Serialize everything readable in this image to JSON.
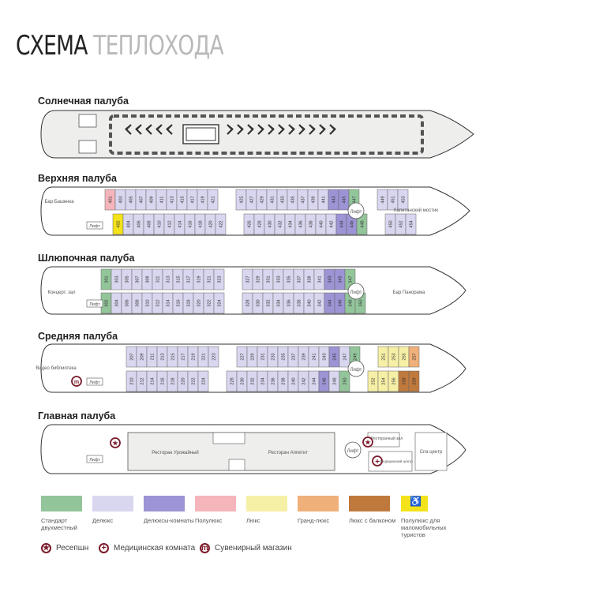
{
  "title": {
    "bold": "СХЕМА",
    "light": "ТЕПЛОХОДА"
  },
  "decks": {
    "sun": "Солнечная палуба",
    "upper": "Верхняя палуба",
    "boat": "Шлюпочная палуба",
    "middle": "Средняя палуба",
    "main": "Главная палуба"
  },
  "labels": {
    "bar_bashnya": "Бар Башенка",
    "captain_mostik": "Капитанский мостик",
    "concert_hall": "Концерт. зал",
    "bar_panorama": "Бар Панорама",
    "library": "Видео библиотека",
    "rest_urozhai": "Ресторан Урожайный",
    "rest_appetit": "Ресторан Аппетит",
    "rest_small": "Ресторанный зал",
    "lift": "Лифт",
    "medcenter": "Медицинский центр",
    "spa": "Спа центр"
  },
  "cabins": {
    "upper_top": [
      "401",
      "403",
      "405",
      "407",
      "409",
      "411",
      "413",
      "415",
      "417",
      "419",
      "421",
      "",
      "425",
      "427",
      "429",
      "431",
      "433",
      "435",
      "437",
      "439",
      "441",
      "443",
      "445",
      "447",
      "",
      "449",
      "451",
      "453"
    ],
    "upper_bot": [
      "",
      "402",
      "404",
      "406",
      "408",
      "410",
      "412",
      "414",
      "416",
      "418",
      "420",
      "422",
      "",
      "426",
      "428",
      "430",
      "432",
      "434",
      "436",
      "438",
      "440",
      "442",
      "444",
      "446",
      "448",
      "",
      "450",
      "452",
      "454"
    ],
    "boat_top": [
      "301",
      "303",
      "305",
      "307",
      "309",
      "311",
      "313",
      "315",
      "317",
      "319",
      "321",
      "323",
      "",
      "327",
      "329",
      "331",
      "333",
      "335",
      "337",
      "339",
      "341",
      "343",
      "345",
      "347"
    ],
    "boat_bot": [
      "302",
      "304",
      "306",
      "308",
      "310",
      "312",
      "314",
      "316",
      "318",
      "320",
      "322",
      "324",
      "",
      "328",
      "330",
      "332",
      "334",
      "336",
      "338",
      "340",
      "342",
      "344",
      "346",
      "348",
      "350"
    ],
    "mid_top": [
      "207",
      "209",
      "211",
      "213",
      "215",
      "217",
      "219",
      "221",
      "223",
      "",
      "227",
      "229",
      "231",
      "233",
      "235",
      "237",
      "239",
      "241",
      "243",
      "245",
      "247",
      "249",
      "",
      "251",
      "253",
      "255",
      "257"
    ],
    "mid_bot": [
      "210",
      "212",
      "214",
      "216",
      "218",
      "220",
      "222",
      "224",
      "",
      "228",
      "230",
      "232",
      "234",
      "236",
      "238",
      "240",
      "242",
      "244",
      "246",
      "248",
      "250",
      "",
      "252",
      "254",
      "256",
      "258",
      "259"
    ]
  },
  "legend": [
    {
      "label": "Стандарт двухместный",
      "color": "#93c59a"
    },
    {
      "label": "Делюкс",
      "color": "#d9d6ef"
    },
    {
      "label": "Делюксы-комнаты",
      "color": "#9c94d4"
    },
    {
      "label": "Полулюкс",
      "color": "#f4b5bb"
    },
    {
      "label": "Люкс",
      "color": "#f6efa6"
    },
    {
      "label": "Гранд-люкс",
      "color": "#efb079"
    },
    {
      "label": "Люкс с балконом",
      "color": "#c0793d"
    },
    {
      "label": "Полулюкс для маломобильных туристов",
      "color": "#f4e21a"
    }
  ],
  "bottom": {
    "reception": "Ресепшн",
    "medical": "Медицинская комната",
    "souvenir": "Сувенирный магазин"
  }
}
